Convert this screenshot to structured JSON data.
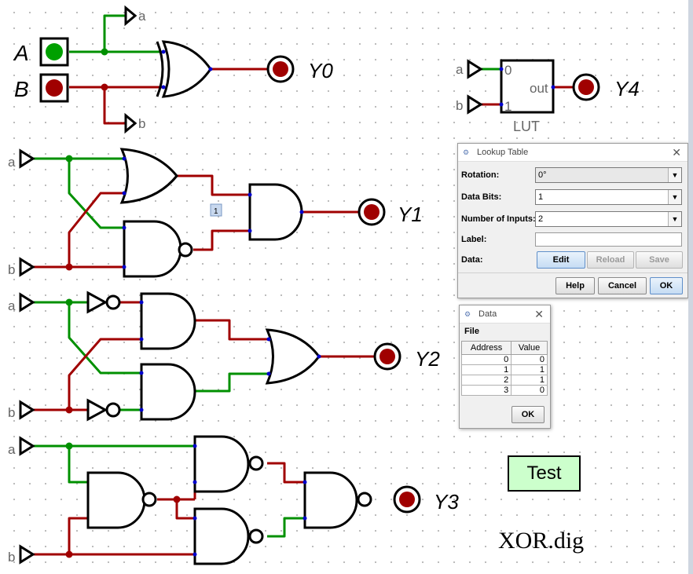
{
  "inputs": {
    "A": "A",
    "B": "B",
    "a": "a",
    "b": "b",
    "lut_in0": "0",
    "lut_in1": "1",
    "lut_out": "out",
    "lut_name": "LUT"
  },
  "outputs": [
    "Y0",
    "Y1",
    "Y2",
    "Y3",
    "Y4"
  ],
  "and_marker": "1",
  "lookup_table": {
    "title": "Lookup Table",
    "rows": [
      {
        "key": "Rotation:",
        "value": "0°"
      },
      {
        "key": "Data Bits:",
        "value": "1"
      },
      {
        "key": "Number of Inputs:",
        "value": "2"
      }
    ],
    "label_key": "Label:",
    "data_key": "Data:",
    "edit": "Edit",
    "reload": "Reload",
    "save": "Save",
    "help": "Help",
    "cancel": "Cancel",
    "ok": "OK"
  },
  "data_dialog": {
    "title": "Data",
    "menu": "File",
    "headers": [
      "Address",
      "Value"
    ],
    "rows": [
      [
        "0",
        "0"
      ],
      [
        "1",
        "1"
      ],
      [
        "2",
        "1"
      ],
      [
        "3",
        "0"
      ]
    ],
    "ok": "OK"
  },
  "test_label": "Test",
  "caption": "XOR.dig",
  "colors": {
    "high": "#00a000",
    "low": "#a00000",
    "pin": "#0000cc",
    "test_bg": "#ccffcc"
  }
}
